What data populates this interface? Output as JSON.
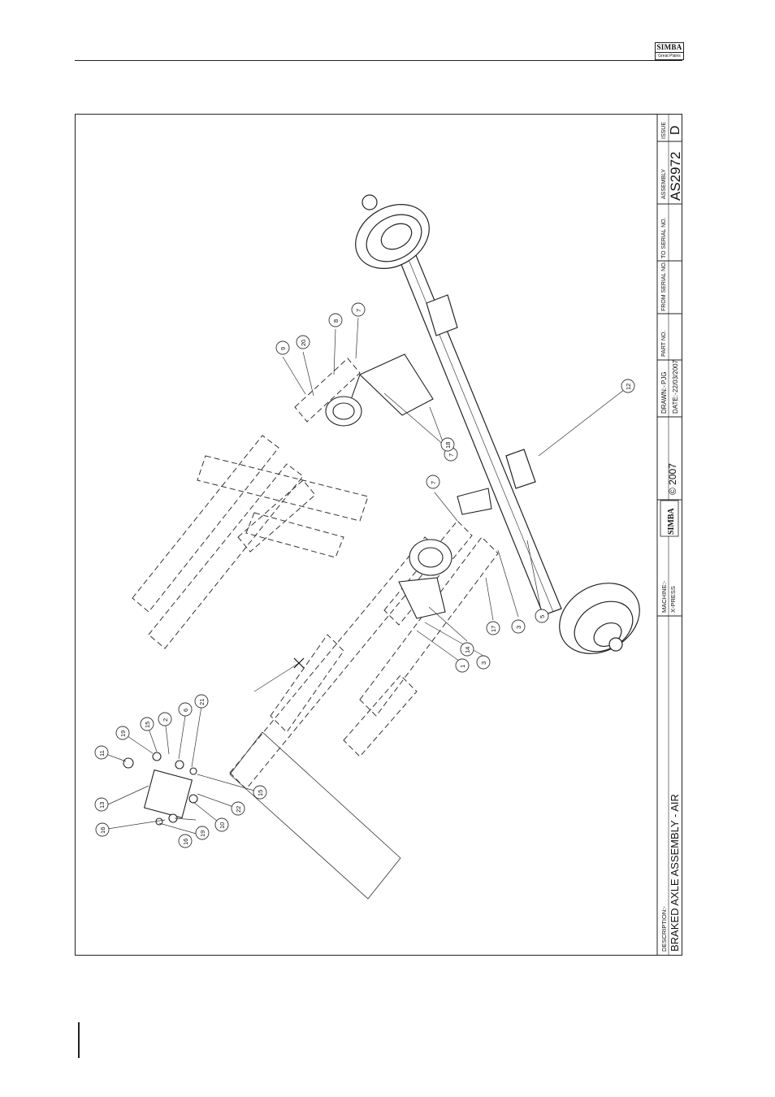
{
  "logo": {
    "brand": "SIMBA",
    "subtitle": "Great Plains"
  },
  "title_block": {
    "description_label": "DESCRIPTION:-",
    "description": "BRAKED AXLE ASSEMBLY - AIR",
    "machine_label": "MACHINE:-",
    "machine": "X-PRESS",
    "copyright": "© 2007",
    "drawn_label": "DRAWN:-",
    "drawn": "PJG",
    "date_label": "DATE:-",
    "date": "22/03/2007",
    "part_no_label": "PART NO.",
    "from_serial_label": "FROM SERIAL NO.",
    "to_serial_label": "TO SERIAL NO.",
    "assembly_label": "ASSEMBLY",
    "assembly": "AS2972",
    "issue_label": "ISSUE",
    "issue": "D"
  },
  "callouts": [
    "9",
    "20",
    "8",
    "7",
    "7",
    "18",
    "12",
    "7",
    "17",
    "3",
    "5",
    "14",
    "3",
    "1",
    "16",
    "13",
    "11",
    "19",
    "15",
    "2",
    "6",
    "21",
    "15",
    "22",
    "10",
    "19",
    "16"
  ]
}
